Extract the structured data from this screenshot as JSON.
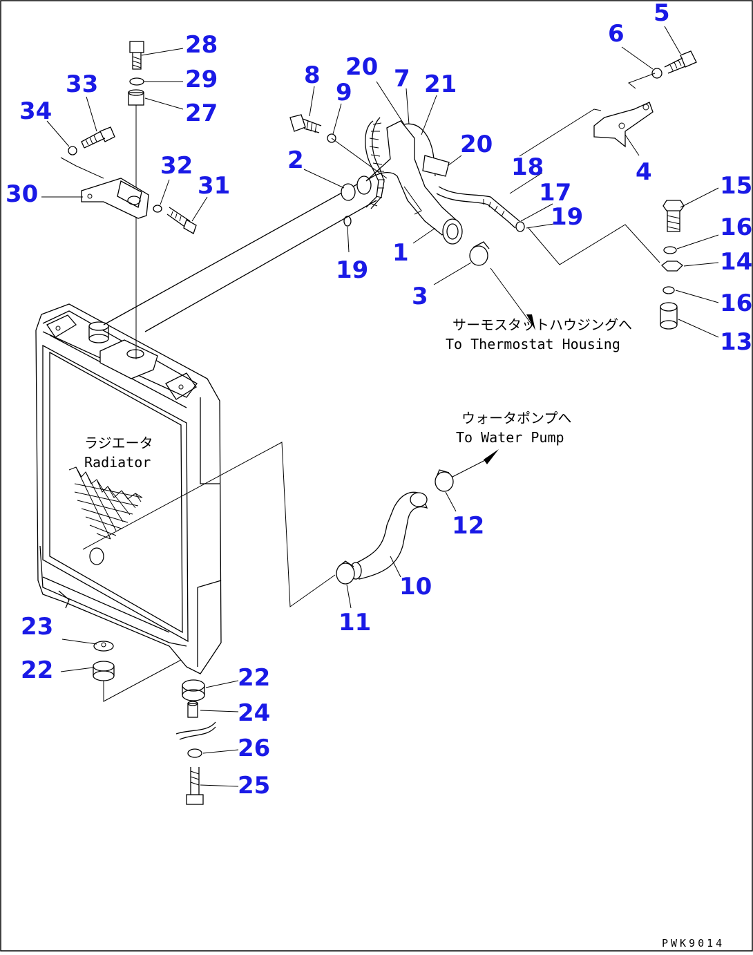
{
  "callouts": {
    "p1": "1",
    "p2": "2",
    "p3": "3",
    "p4": "4",
    "p5": "5",
    "p6": "6",
    "p7": "7",
    "p8": "8",
    "p9": "9",
    "p10": "10",
    "p11": "11",
    "p12": "12",
    "p13": "13",
    "p14a": "14",
    "p15": "15",
    "p16a": "16",
    "p16b": "16",
    "p17": "17",
    "p18": "18",
    "p19a": "19",
    "p19b": "19",
    "p20a": "20",
    "p20b": "20",
    "p21": "21",
    "p22a": "22",
    "p22b": "22",
    "p23": "23",
    "p24": "24",
    "p25": "25",
    "p26": "26",
    "p27": "27",
    "p28": "28",
    "p29": "29",
    "p30": "30",
    "p31": "31",
    "p32": "32",
    "p33": "33",
    "p34": "34"
  },
  "annotations": {
    "thermostat_jp": "サーモスタットハウジングへ",
    "thermostat_en": "To Thermostat Housing",
    "waterpump_jp": "ウォータポンプへ",
    "waterpump_en": "To Water Pump",
    "radiator_jp": "ラジエータ",
    "radiator_en": "Radiator"
  },
  "drawing_code": "PWK9014"
}
